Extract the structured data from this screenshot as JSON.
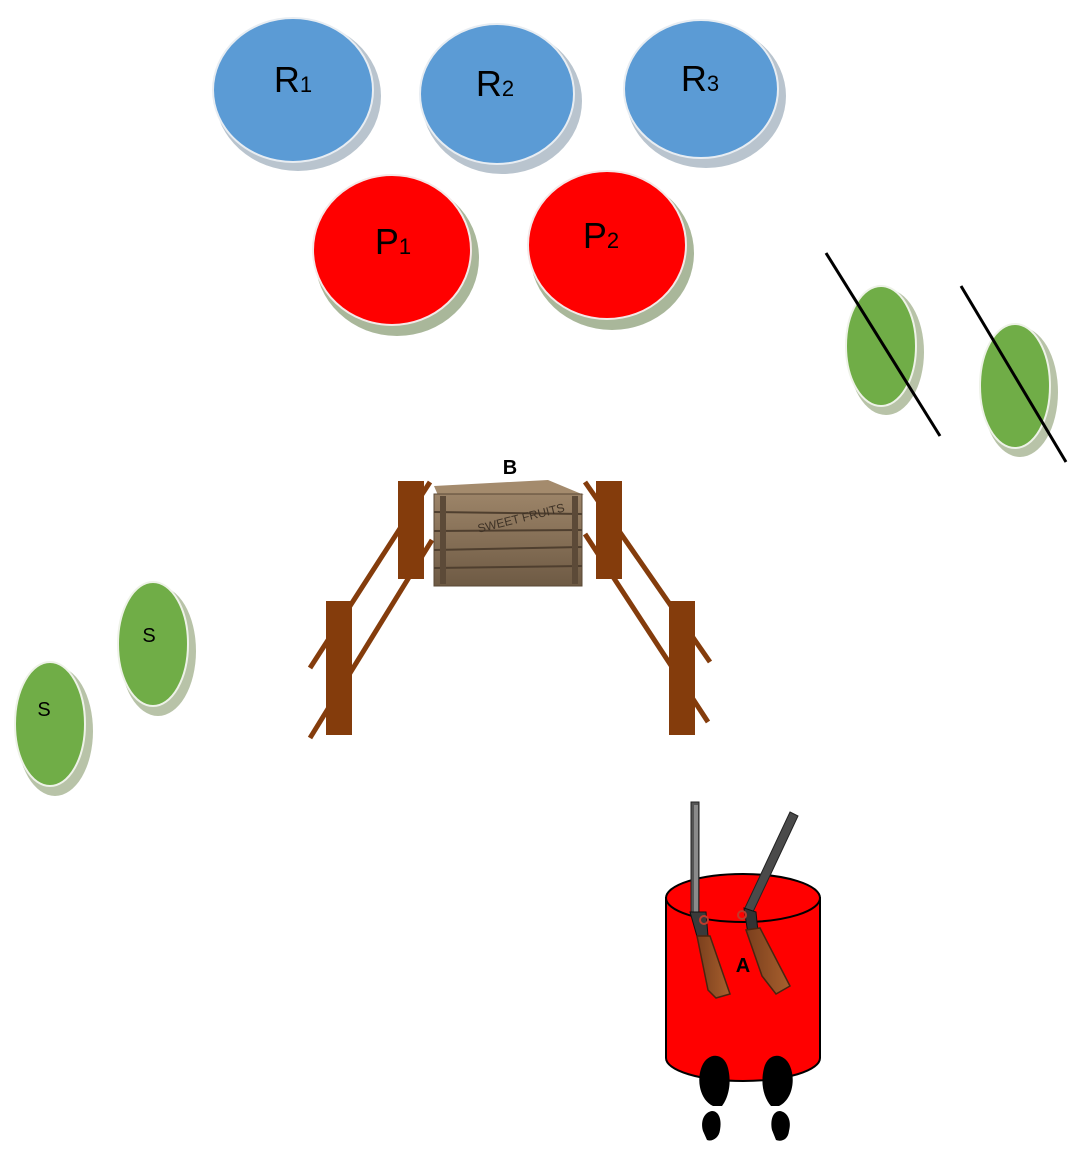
{
  "colors": {
    "rifle_target": "#5b9bd5",
    "pistol_target": "#ff0000",
    "shotgun_target": "#70ad47",
    "fence": "#843c0c",
    "barrel": "#ff0000",
    "crate": "#8a7358",
    "shadow": "#b8c3a8"
  },
  "rifle_targets": [
    {
      "letter": "R",
      "index": "1"
    },
    {
      "letter": "R",
      "index": "2"
    },
    {
      "letter": "R",
      "index": "3"
    }
  ],
  "pistol_targets": [
    {
      "letter": "P",
      "index": "1"
    },
    {
      "letter": "P",
      "index": "2"
    }
  ],
  "shotgun_targets": [
    {
      "label": "S"
    },
    {
      "label": "S"
    }
  ],
  "crossed_targets_count": 2,
  "crate": {
    "label": "B",
    "stamp": "SWEET FRUITS"
  },
  "barrel": {
    "label": "A",
    "contents": [
      "rifle-icon",
      "shotgun-icon"
    ]
  },
  "start_marker": "footprints-icon"
}
